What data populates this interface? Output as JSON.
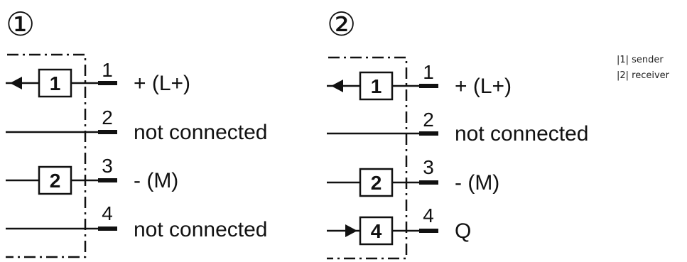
{
  "diagrams": [
    {
      "marker": "①",
      "pins": [
        {
          "number": "1",
          "label": "+ (L+)",
          "box": "1",
          "arrow": "out"
        },
        {
          "number": "2",
          "label": "not connected",
          "box": "",
          "arrow": "none"
        },
        {
          "number": "3",
          "label": "- (M)",
          "box": "2",
          "arrow": "none"
        },
        {
          "number": "4",
          "label": "not connected",
          "box": "",
          "arrow": "none"
        }
      ]
    },
    {
      "marker": "②",
      "pins": [
        {
          "number": "1",
          "label": "+ (L+)",
          "box": "1",
          "arrow": "out"
        },
        {
          "number": "2",
          "label": "not connected",
          "box": "",
          "arrow": "none"
        },
        {
          "number": "3",
          "label": "- (M)",
          "box": "2",
          "arrow": "none"
        },
        {
          "number": "4",
          "label": "Q",
          "box": "4",
          "arrow": "in"
        }
      ]
    }
  ],
  "legend": [
    "|1| sender",
    "|2| receiver"
  ],
  "colors": {
    "line": "#111111",
    "background": "#ffffff"
  }
}
